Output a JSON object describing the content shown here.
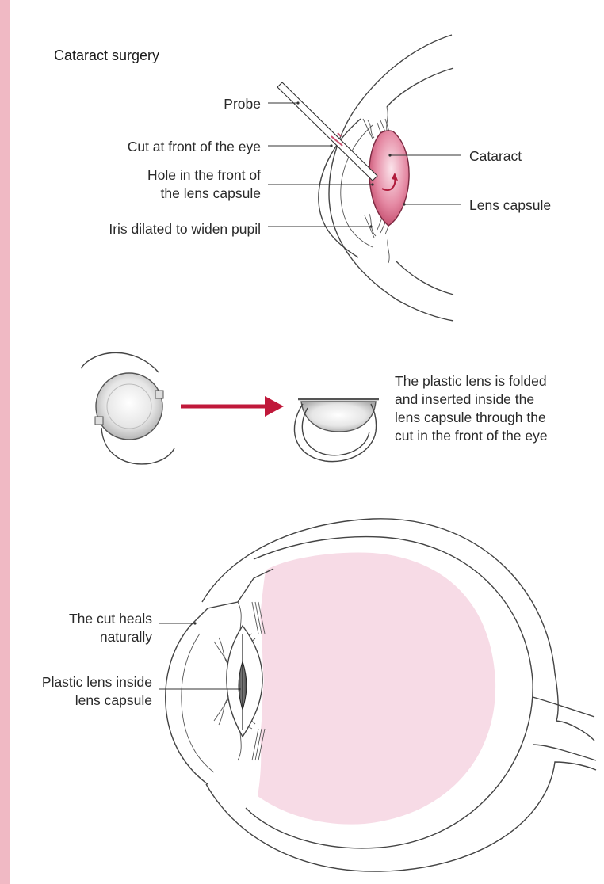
{
  "title": "Cataract surgery",
  "top_labels": {
    "probe": "Probe",
    "cut_front": "Cut at front of the eye",
    "hole_line1": "Hole in the front of",
    "hole_line2": "the lens capsule",
    "iris": "Iris dilated to widen pupil",
    "cataract": "Cataract",
    "lens_capsule": "Lens capsule"
  },
  "middle_caption": [
    "The plastic lens is folded",
    "and inserted inside the",
    "lens capsule through the",
    "cut in the front of the eye"
  ],
  "bottom_labels": {
    "cut_heals_line1": "The cut heals",
    "cut_heals_line2": "naturally",
    "plastic_lens_line1": "Plastic lens inside",
    "plastic_lens_line2": "lens capsule"
  },
  "colors": {
    "page_strip": "#f0b9c4",
    "cataract": "#c8506e",
    "arrow": "#c0183a",
    "vitreous": "#f7dbe6"
  }
}
